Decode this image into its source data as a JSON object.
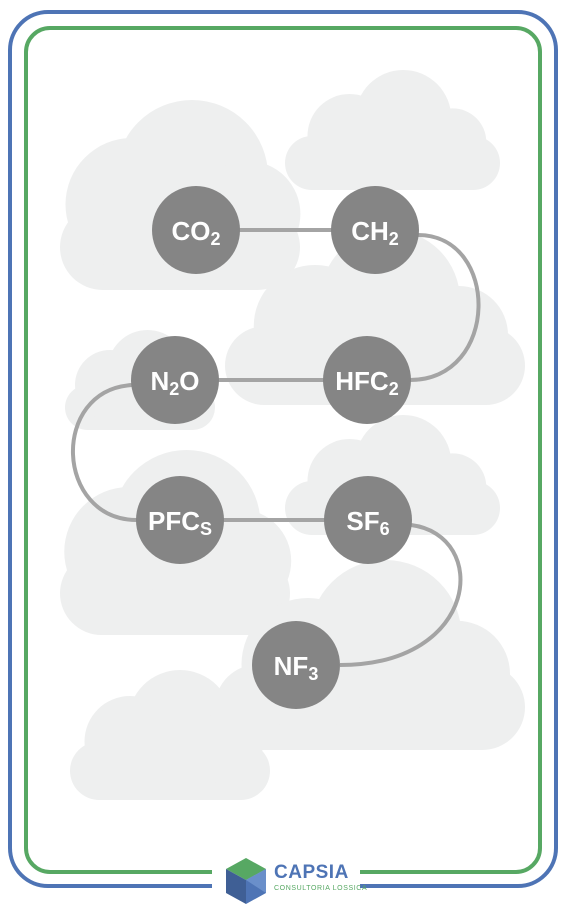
{
  "colors": {
    "outer_frame": "#4e74b5",
    "inner_frame": "#57a863",
    "cloud": "#eeefef",
    "node_fill": "#858585",
    "connector": "#a4a4a4",
    "label": "#ffffff"
  },
  "nodes": [
    {
      "id": "co2",
      "base": "CO",
      "sub": "2"
    },
    {
      "id": "ch2",
      "base": "CH",
      "sub": "2"
    },
    {
      "id": "n2o",
      "base": "N",
      "sub": "2",
      "tail": "O"
    },
    {
      "id": "hfc2",
      "base": "HFC",
      "sub": "2"
    },
    {
      "id": "pfcs",
      "base": "PFC",
      "sub": "S"
    },
    {
      "id": "sf6",
      "base": "SF",
      "sub": "6"
    },
    {
      "id": "nf3",
      "base": "NF",
      "sub": "3"
    }
  ],
  "connections": [
    [
      "co2",
      "ch2"
    ],
    [
      "ch2",
      "hfc2"
    ],
    [
      "hfc2",
      "n2o"
    ],
    [
      "n2o",
      "pfcs"
    ],
    [
      "pfcs",
      "sf6"
    ],
    [
      "sf6",
      "nf3"
    ]
  ],
  "logo": {
    "name": "CAPSIA",
    "tagline": "CONSULTORIA LOSSICA"
  }
}
